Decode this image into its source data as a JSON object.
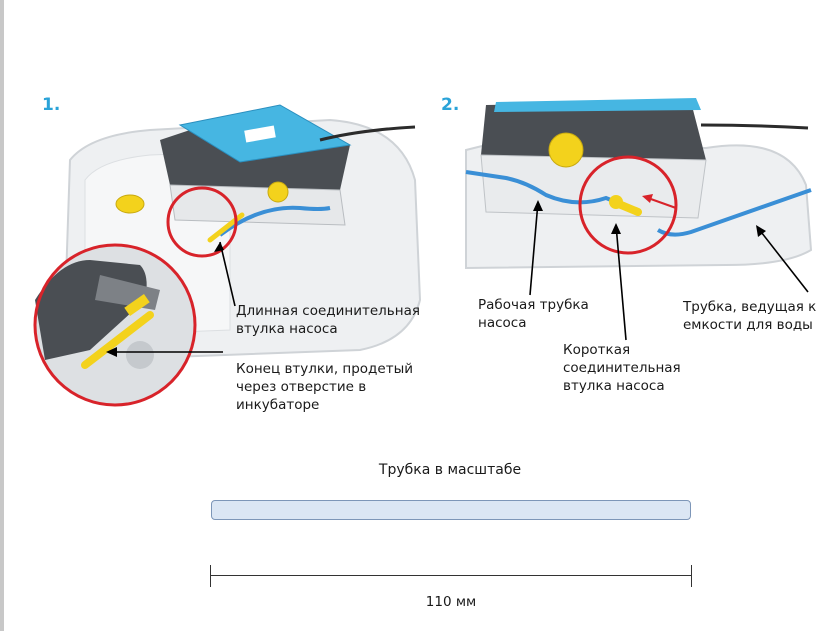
{
  "steps": [
    {
      "number": "1.",
      "labels": {
        "long_sleeve": "Длинная соединительная\nвтулка насоса",
        "sleeve_end": "Конец втулки, продетый\nчерез отверстие в\nинкубаторе"
      }
    },
    {
      "number": "2.",
      "labels": {
        "working_tube": "Рабочая трубка\nнасоса",
        "short_sleeve": "Короткая\nсоединительная\nвтулка насоса",
        "water_tube": "Трубка, ведущая к\nемкости для воды"
      }
    }
  ],
  "scale": {
    "title": "Трубка в масштабе",
    "length": "110 мм"
  },
  "colors": {
    "step_number": "#2aa3d8",
    "highlight_circle": "#d8232a",
    "tube": "#3a8fd6",
    "connector": "#f3d21c",
    "scale_bar_fill": "#dbe6f4"
  }
}
